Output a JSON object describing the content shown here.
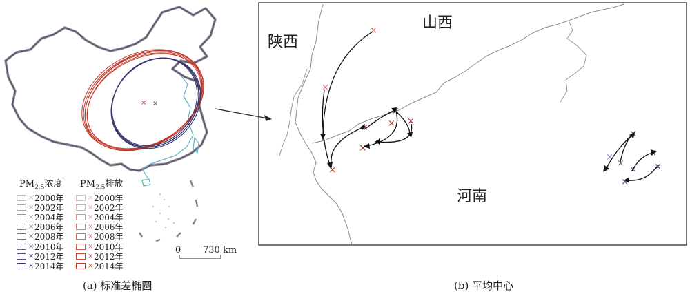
{
  "panels": {
    "a": {
      "label": "(a) 标准差椭圆"
    },
    "b": {
      "label": "(b) 平均中心"
    }
  },
  "map": {
    "regions": [
      {
        "name": "陕西",
        "role": "province-label"
      },
      {
        "name": "山西",
        "role": "province-label"
      },
      {
        "name": "河南",
        "role": "province-label"
      }
    ],
    "scale_bar": {
      "start": "0",
      "end": "730 km"
    }
  },
  "legend": {
    "groups": [
      {
        "title_main": "PM",
        "title_sub": "2.5",
        "title_rest": "浓度",
        "color": "#3b3a6e",
        "years": [
          "2000年",
          "2002年",
          "2004年",
          "2006年",
          "2008年",
          "2010年",
          "2012年",
          "2014年"
        ]
      },
      {
        "title_main": "PM",
        "title_sub": "2.5",
        "title_rest": "排放",
        "color": "#c0392b",
        "years": [
          "2000年",
          "2002年",
          "2004年",
          "2006年",
          "2008年",
          "2010年",
          "2012年",
          "2014年"
        ]
      }
    ]
  },
  "colors": {
    "concentration": "#3b3a6e",
    "emission": "#c0392b",
    "boundary": "#7a6a8a",
    "province": "#888888",
    "coast": "#5fb3c4"
  }
}
